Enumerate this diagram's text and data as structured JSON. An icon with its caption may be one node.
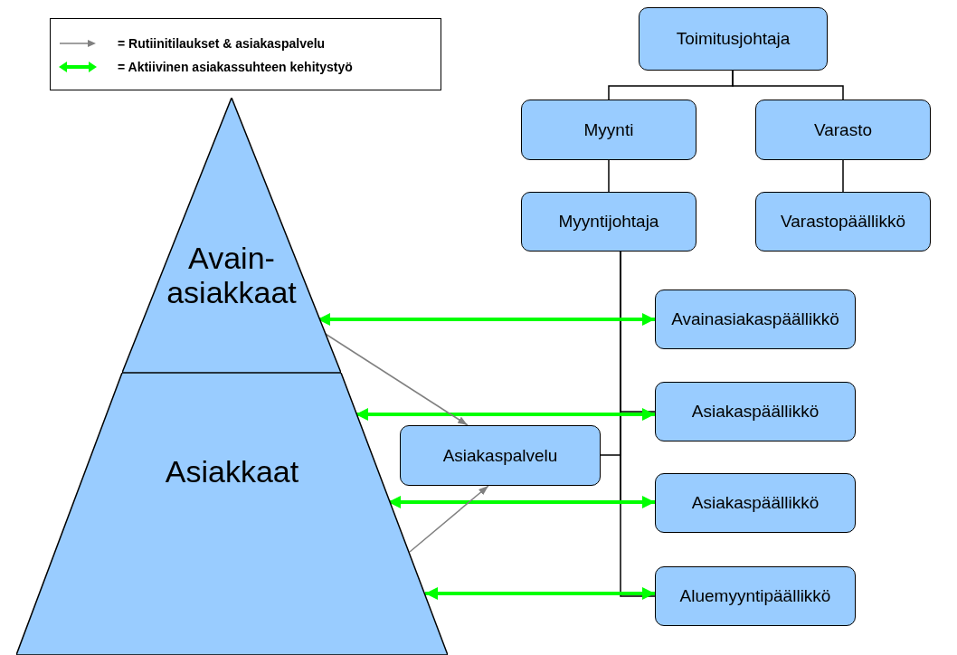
{
  "diagram": {
    "nodes": [
      {
        "text": [
          "Toimitusjohtaja"
        ]
      },
      {
        "text": [
          "Myynti"
        ]
      },
      {
        "text": [
          "Varasto"
        ]
      },
      {
        "text": [
          "Myyntijohtaja"
        ]
      },
      {
        "text": [
          "Varastopäällikkö"
        ]
      },
      {
        "text": [
          "Avainasiakaspäällikkö"
        ]
      },
      {
        "text": [
          "Asiakaspäällikkö"
        ]
      },
      {
        "text": [
          "Asiakaspäällikkö"
        ]
      },
      {
        "text": [
          "Aluemyyntipäällikkö"
        ]
      },
      {
        "text": [
          "Asiakaspalvelu"
        ]
      },
      {
        "text": [
          "Avain- asiakkaat"
        ]
      },
      {
        "text": [
          "Asiakkaat"
        ]
      }
    ],
    "edges": [
      {
        "from": 0,
        "to": 1,
        "arrow": "none"
      },
      {
        "from": 0,
        "to": 2,
        "arrow": "none"
      },
      {
        "from": 1,
        "to": 3,
        "arrow": "none"
      },
      {
        "from": 2,
        "to": 4,
        "arrow": "none"
      },
      {
        "from": 3,
        "to": 5,
        "arrow": "none"
      },
      {
        "from": 3,
        "to": 6,
        "arrow": "none"
      },
      {
        "from": 3,
        "to": 7,
        "arrow": "none"
      },
      {
        "from": 3,
        "to": 8,
        "arrow": "none"
      },
      {
        "from": 3,
        "to": 9,
        "arrow": "none"
      },
      {
        "from": 10,
        "to": 5,
        "arrow": "both",
        "style": "thick",
        "color": "#00ff00"
      },
      {
        "from": 11,
        "to": 6,
        "arrow": "both",
        "style": "thick",
        "color": "#00ff00"
      },
      {
        "from": 11,
        "to": 7,
        "arrow": "both",
        "style": "thick",
        "color": "#00ff00"
      },
      {
        "from": 11,
        "to": 8,
        "arrow": "both",
        "style": "thick",
        "color": "#00ff00"
      },
      {
        "from": 10,
        "to": 9,
        "arrow": "to",
        "color": "#808080"
      },
      {
        "from": 11,
        "to": 9,
        "arrow": "to",
        "color": "#808080"
      }
    ],
    "legend": [
      {
        "text": "= Rutiinitilaukset & asiakaspalvelu"
      },
      {
        "text": "= Aktiivinen asiakassuhteen kehitystyö"
      }
    ]
  }
}
